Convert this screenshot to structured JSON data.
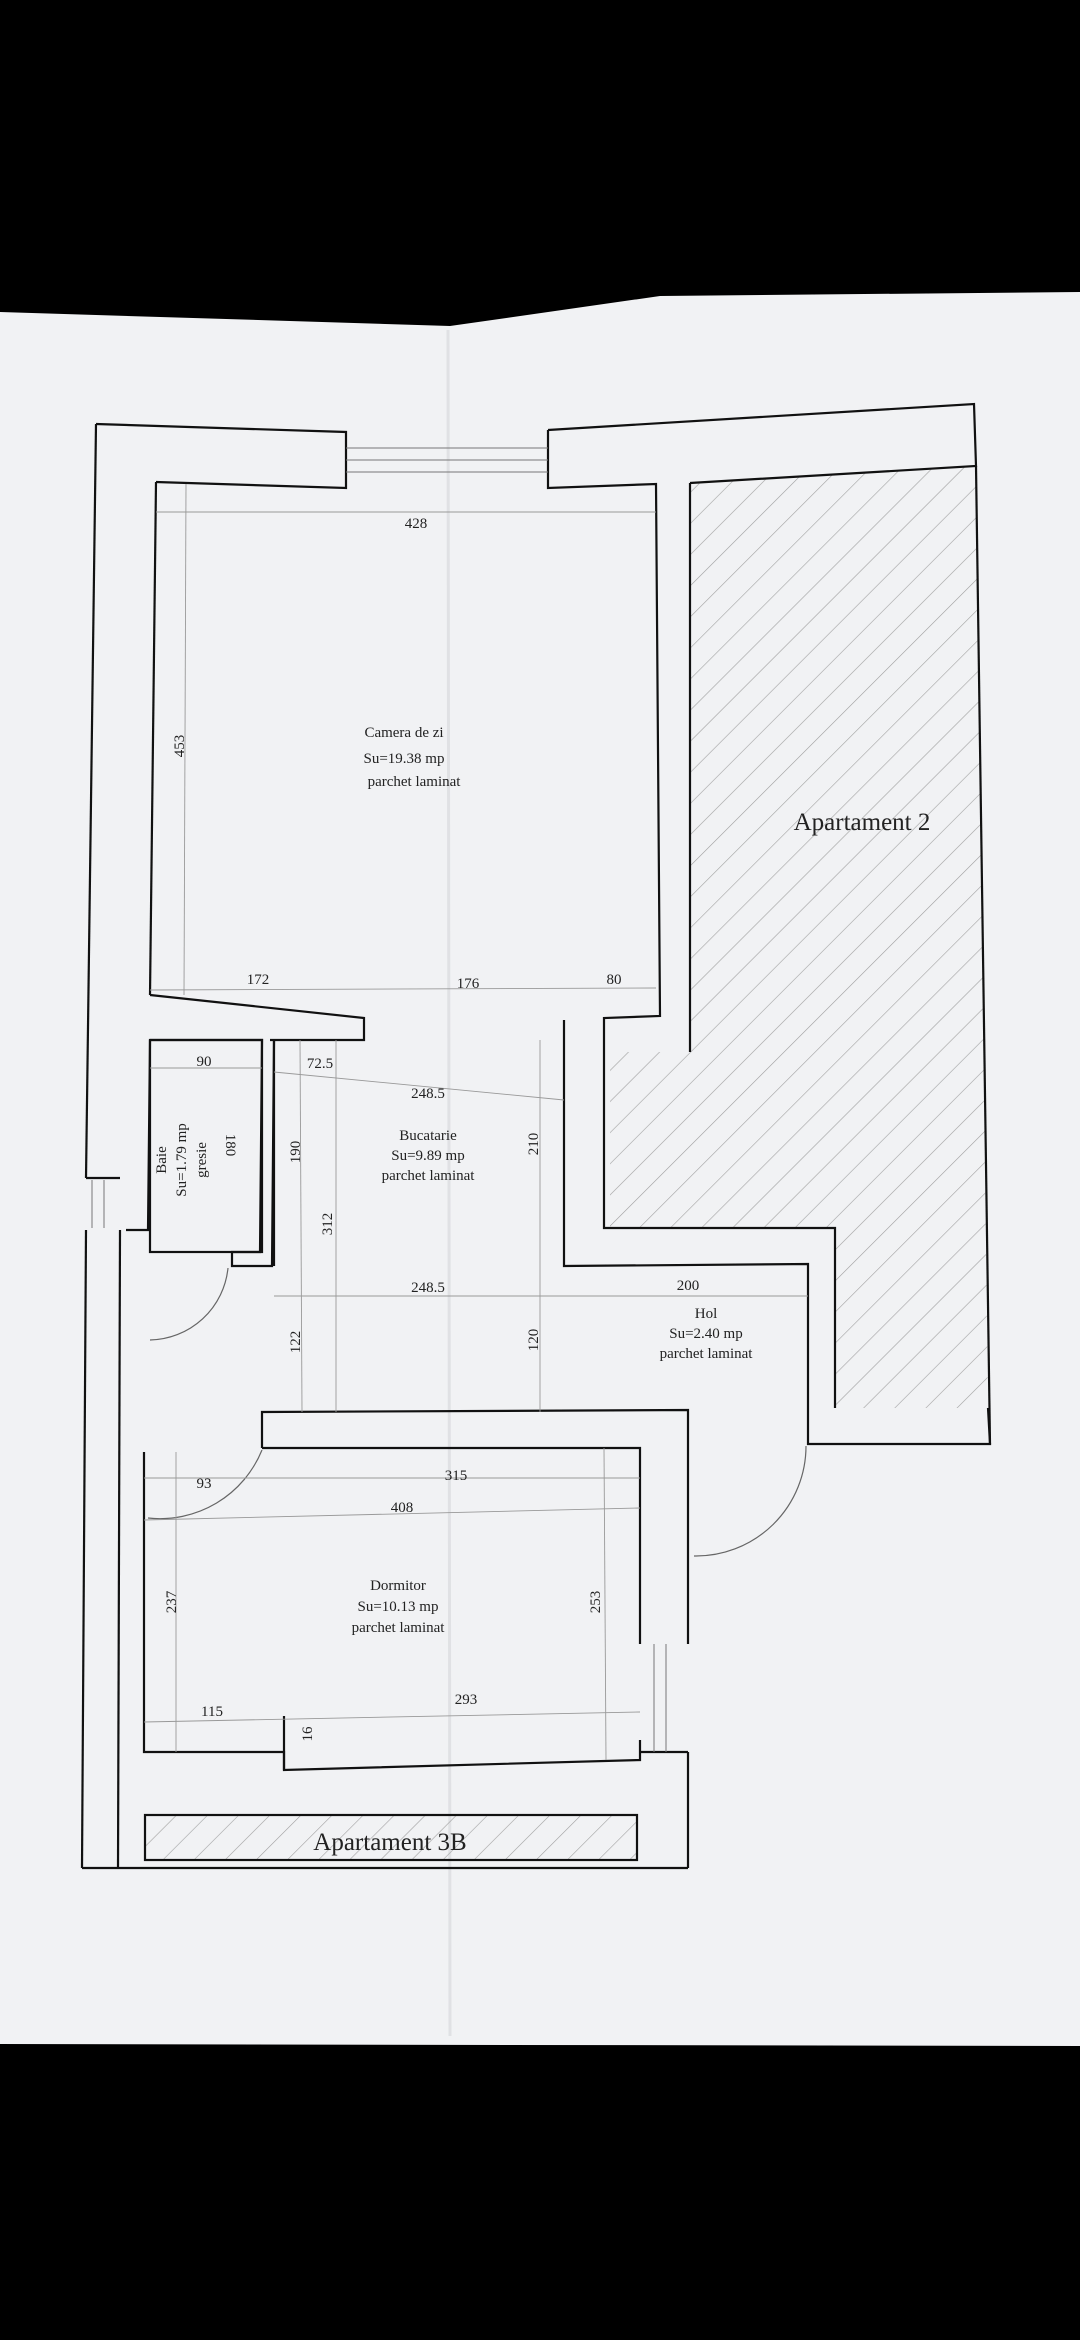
{
  "apartments": {
    "apt2": "Apartament 2",
    "apt3b": "Apartament 3B"
  },
  "rooms": {
    "living": {
      "name": "Camera de zi",
      "area": "Su=19.38 mp",
      "floor": "parchet laminat"
    },
    "kitchen": {
      "name": "Bucatarie",
      "area": "Su=9.89 mp",
      "floor": "parchet laminat"
    },
    "bath": {
      "name": "Baie",
      "area": "Su=1.79 mp",
      "floor": "gresie"
    },
    "hall": {
      "name": "Hol",
      "area": "Su=2.40 mp",
      "floor": "parchet laminat"
    },
    "bedroom": {
      "name": "Dormitor",
      "area": "Su=10.13 mp",
      "floor": "parchet laminat"
    }
  },
  "dims": {
    "d428": "428",
    "d453": "453",
    "d172": "172",
    "d176": "176",
    "d80": "80",
    "d90": "90",
    "d72_5": "72.5",
    "d248_5a": "248.5",
    "d180": "180",
    "d190": "190",
    "d210": "210",
    "d312": "312",
    "d248_5b": "248.5",
    "d200": "200",
    "d122": "122",
    "d120": "120",
    "d93": "93",
    "d315": "315",
    "d408": "408",
    "d237": "237",
    "d253": "253",
    "d115": "115",
    "d293": "293",
    "d16": "16"
  },
  "colors": {
    "paper": "#f1f2f4",
    "ink": "#111111",
    "hatch": "#9a9a9a",
    "background": "#000000"
  }
}
